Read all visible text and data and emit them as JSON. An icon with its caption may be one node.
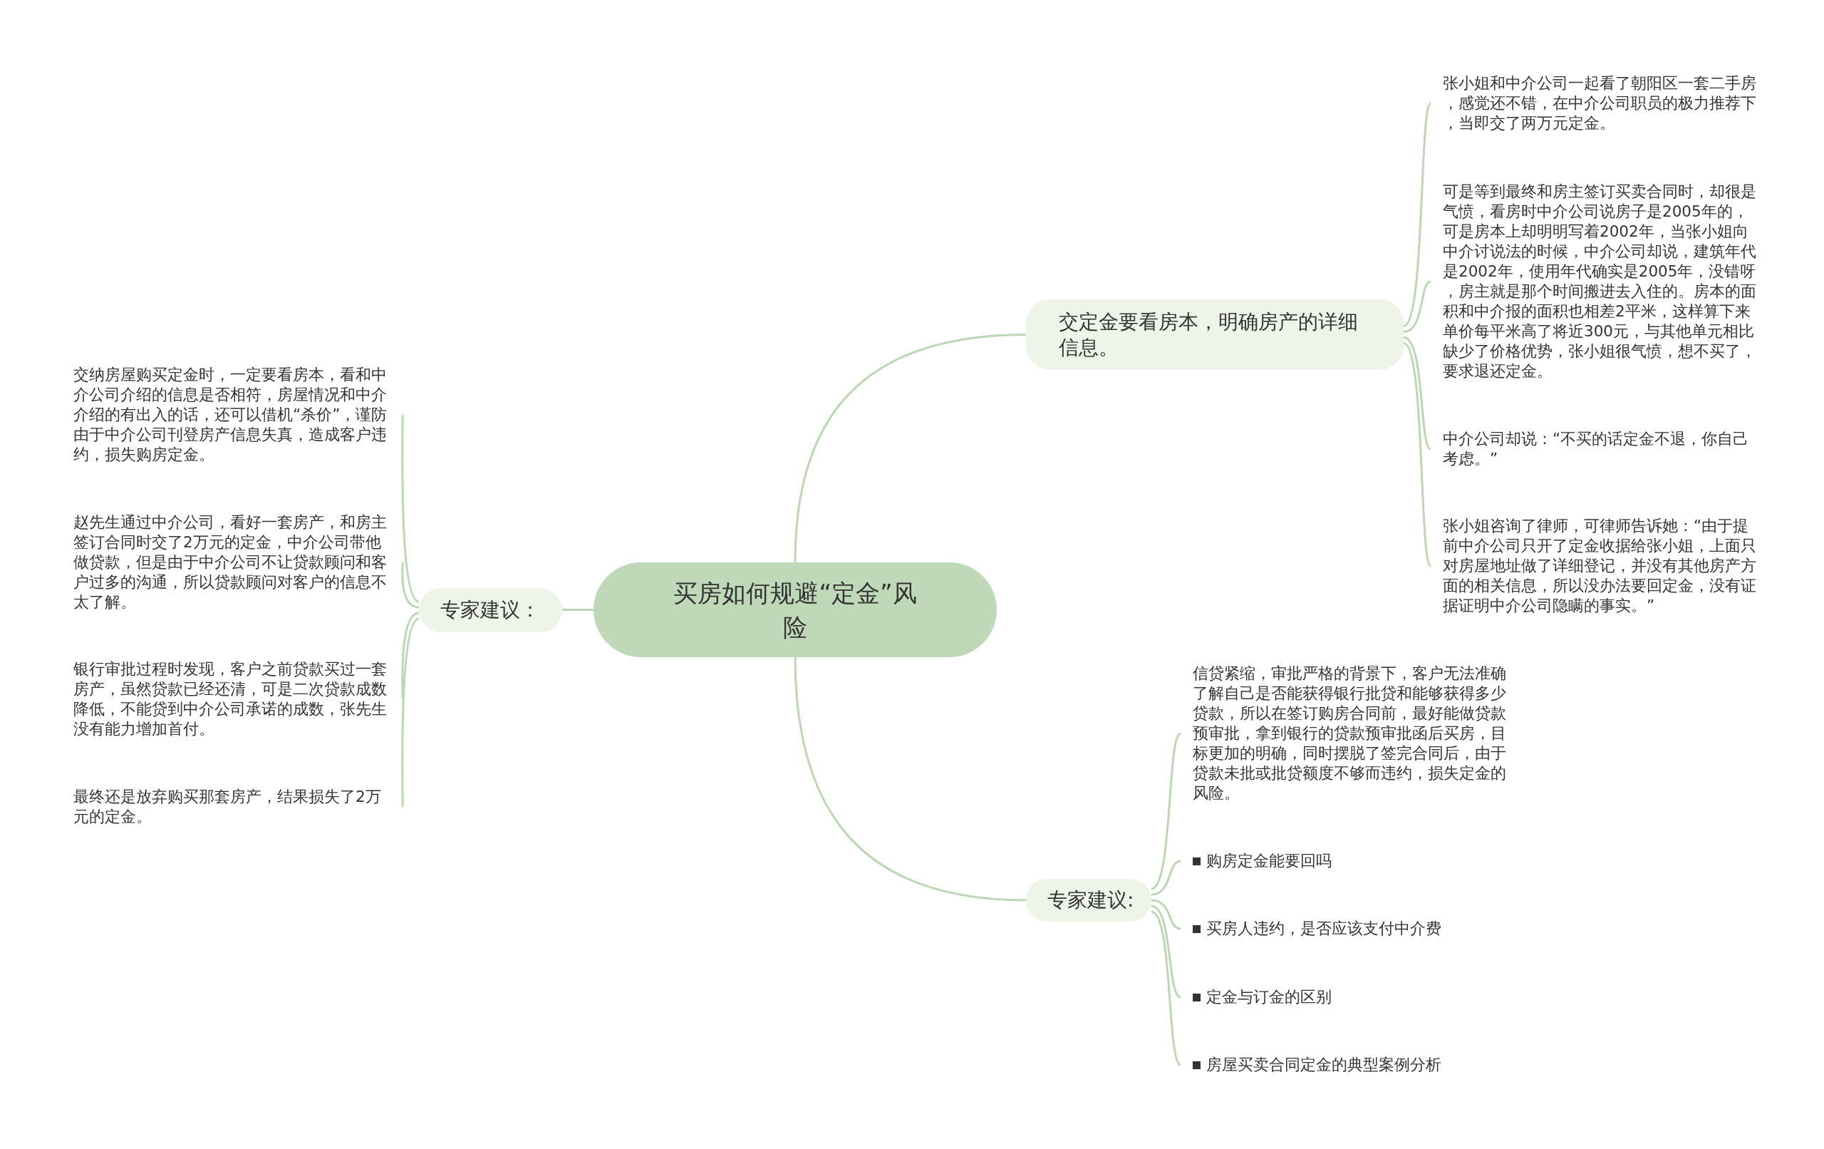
{
  "diagram": {
    "nodes": [
      {
        "text": [
          "买房如何规避“定金”风险"
        ]
      },
      {
        "text": [
          "交定金要看房本，明确房产的详细信息。"
        ]
      },
      {
        "text": [
          "张小姐和中介公司一起看了朝阳区一套二手房，感觉还不错，在中介公司职员的极力推荐下，当即交了两万元定金。"
        ]
      },
      {
        "text": [
          "可是等到最终和房主签订买卖合同时，却很是气愤，看房时中介公司说房子是2005年的，可是房本上却明明写着2002年，当张小姐向中介讨说法的时候，中介公司却说，建筑年代是2002年，使用年代确实是2005年，没错呀，房主就是那个时间搬进去入住的。房本的面积和中介报的面积也相差2平米，这样算下来单价每平米高了将近300元，与其他单元相比缺少了价格优势，张小姐很气愤，想不买了，要求退还定金。"
        ]
      },
      {
        "text": [
          "中介公司却说：“不买的话定金不退，你自己考虑。”"
        ]
      },
      {
        "text": [
          "张小姐咨询了律师，可律师告诉她：“由于提前中介公司只开了定金收据给张小姐，上面只对房屋地址做了详细登记，并没有其他房产方面的相关信息，所以没办法要回定金，没有证据证明中介公司隐瞒的事实。”"
        ]
      },
      {
        "text": [
          "专家建议:"
        ]
      },
      {
        "text": [
          "信贷紧缩，审批严格的背景下，客户无法准确了解自己是否能获得银行批贷和能够获得多少贷款，所以在签订购房合同前，最好能做贷款预审批，拿到银行的贷款预审批函后买房，目标更加的明确，同时摆脱了签完合同后，由于贷款未批或批贷额度不够而违约，损失定金的风险。"
        ]
      },
      {
        "text": [
          "购房定金能要回吗"
        ]
      },
      {
        "text": [
          "买房人违约，是否应该支付中介费"
        ]
      },
      {
        "text": [
          "定金与订金的区别"
        ]
      },
      {
        "text": [
          "房屋买卖合同定金的典型案例分析"
        ]
      },
      {
        "text": [
          "专家建议："
        ]
      },
      {
        "text": [
          "交纳房屋购买定金时，一定要看房本，看和中介公司介绍的信息是否相符，房屋情况和中介介绍的有出入的话，还可以借机“杀价”，谨防由于中介公司刊登房产信息失真，造成客户违约，损失购房定金。"
        ]
      },
      {
        "text": [
          "赵先生通过中介公司，看好一套房产，和房主签订合同时交了2万元的定金，中介公司带他做贷款，但是由于中介公司不让贷款顾问和客户过多的沟通，所以贷款顾问对客户的信息不太了解。"
        ]
      },
      {
        "text": [
          "银行审批过程时发现，客户之前贷款买过一套房产，虽然贷款已经还清，可是二次贷款成数降低，不能贷到中介公司承诺的成数，张先生没有能力增加首付。"
        ]
      },
      {
        "text": [
          "最终还是放弃购买那套房产，结果损失了2万元的定金。"
        ]
      }
    ],
    "edges": [
      {
        "from": 0,
        "to": 1,
        "arrow": "none"
      },
      {
        "from": 1,
        "to": 2,
        "arrow": "none"
      },
      {
        "from": 1,
        "to": 3,
        "arrow": "none"
      },
      {
        "from": 1,
        "to": 4,
        "arrow": "none"
      },
      {
        "from": 1,
        "to": 5,
        "arrow": "none"
      },
      {
        "from": 0,
        "to": 6,
        "arrow": "none"
      },
      {
        "from": 6,
        "to": 7,
        "arrow": "none"
      },
      {
        "from": 6,
        "to": 8,
        "arrow": "none"
      },
      {
        "from": 6,
        "to": 9,
        "arrow": "none"
      },
      {
        "from": 6,
        "to": 10,
        "arrow": "none"
      },
      {
        "from": 6,
        "to": 11,
        "arrow": "none"
      },
      {
        "from": 0,
        "to": 12,
        "arrow": "none"
      },
      {
        "from": 12,
        "to": 13,
        "arrow": "none"
      },
      {
        "from": 12,
        "to": 14,
        "arrow": "none"
      },
      {
        "from": 12,
        "to": 15,
        "arrow": "none"
      },
      {
        "from": 12,
        "to": 16,
        "arrow": "none"
      }
    ]
  }
}
